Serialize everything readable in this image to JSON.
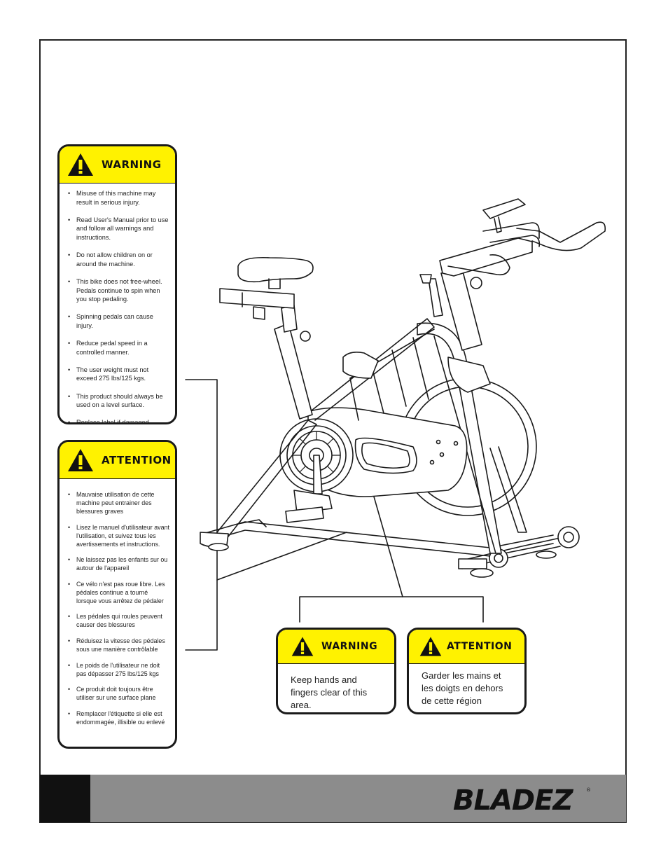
{
  "warning_en": {
    "header": "WARNING",
    "items": [
      "Misuse of this machine may result in serious injury.",
      "Read User's Manual prior to use and follow all warnings and instructions.",
      "Do not allow children on or around the machine.",
      "This bike does not free-wheel. Pedals continue to spin when you stop pedaling.",
      "Spinning pedals can cause injury.",
      "Reduce pedal speed in a controlled manner.",
      "The user weight must not exceed 275 lbs/125 kgs.",
      "This product should always be used on a level surface.",
      "Replace label if damaged, illegible or removed."
    ]
  },
  "attention_fr": {
    "header": "ATTENTION",
    "items": [
      "Mauvaise utilisation de cette machine peut entrainer des blessures graves",
      "Lisez le manuel d'utilisateur avant l'utilisation, et suivez tous les avertissements et instructions.",
      "Ne laissez pas les enfants sur ou autour de l'appareil",
      "Ce vélo n'est pas roue libre. Les pédales continue a tourné lorsque vous arrêtez de pédaler",
      "Les pédales qui roules peuvent causer des blessures",
      "Réduisez la vitesse des pédales sous une manière contrôlable",
      "Le poids de l'utilisateur ne doit pas dépasser 275 lbs/125 kgs",
      "Ce produit doit toujours être utiliser sur une surface plane",
      "Remplacer l'étiquette si elle est endommagée, illisible ou enlevé"
    ]
  },
  "warning_small": {
    "header": "WARNING",
    "text": "Keep hands and fingers clear of this area."
  },
  "attention_small": {
    "header": "ATTENTION",
    "text": "Garder les mains et les doigts en dehors de cette région"
  },
  "footer": {
    "brand": "BLADEZ",
    "registered": "®"
  },
  "icons": {
    "warning": "warning-triangle-icon"
  },
  "colors": {
    "label_yellow": "#fff200",
    "footer_gray": "#8c8c8c"
  }
}
